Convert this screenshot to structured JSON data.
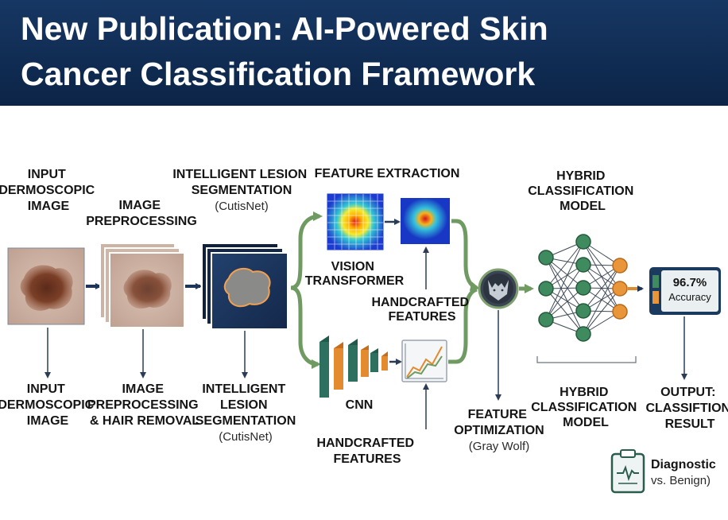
{
  "header": {
    "title_line1": "New Publication: AI-Powered Skin",
    "title_line2": "Cancer Classification Framework"
  },
  "top_labels": {
    "input_image": [
      "INPUT",
      "DERMOSCOPIC",
      "IMAGE"
    ],
    "preprocessing": [
      "IMAGE",
      "PREPROCESSING"
    ],
    "segmentation": [
      "INTELLIGENT LESION",
      "SEGMENTATION"
    ],
    "segmentation_sub": "(CutisNet)",
    "feature_extraction": "FEATURE EXTRACTION",
    "vision_transformer": [
      "VISION",
      "TRANSFORMER"
    ],
    "handcrafted_mid": [
      "HANDCRAFTED",
      "FEATURES"
    ],
    "hybrid_model": [
      "HYBRID",
      "CLASSIFICATION",
      "MODEL"
    ]
  },
  "bottom_labels": {
    "input_image": [
      "INPUT",
      "DERMOSCOPIC",
      "IMAGE"
    ],
    "preprocessing": [
      "IMAGE",
      "PREPROCESSING",
      "& HAIR REMOVAL"
    ],
    "segmentation": [
      "INTELLIGENT",
      "LESION",
      "SEGMENTATION"
    ],
    "segmentation_sub": "(CutisNet)",
    "cnn": "CNN",
    "handcrafted": [
      "HANDCRAFTED",
      "FEATURES"
    ],
    "feature_optimization": [
      "FEATURE",
      "OPTIMIZATION"
    ],
    "feature_optimization_sub": "(Gray Wolf)",
    "hybrid_model": [
      "HYBRID",
      "CLASSIFICATION",
      "MODEL"
    ],
    "output": [
      "OUTPUT:",
      "CLASSIFTION",
      "RESULT"
    ]
  },
  "result": {
    "accuracy_value": "96.7%",
    "accuracy_label": "Accuracy"
  },
  "diagnostic": {
    "line1": "Diagnostic",
    "line2": "vs. Benign)"
  },
  "colors": {
    "header_bg": "#163763",
    "arrow_navy": "#1d3557",
    "arrow_green": "#6f9a62",
    "arrow_orange": "#e08a2e",
    "node_green": "#3f8a5e",
    "node_orange": "#e9963a",
    "cnn_teal": "#2e7060",
    "cnn_orange": "#e48a2f"
  }
}
